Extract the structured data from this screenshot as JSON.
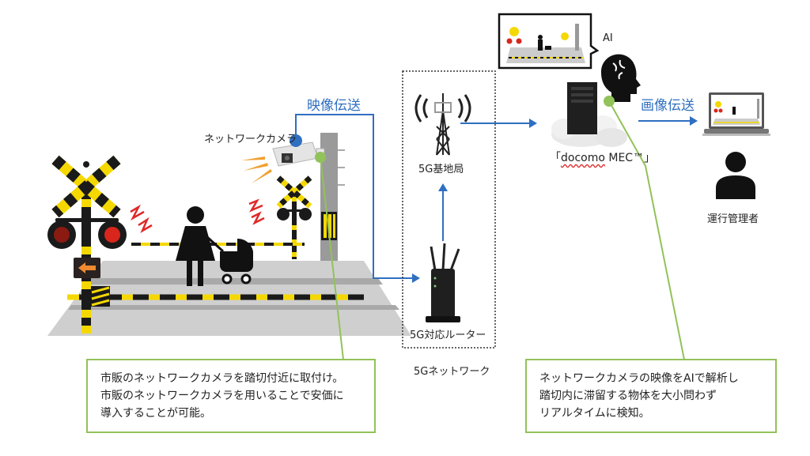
{
  "labels": {
    "network_camera": "ネットワークカメラ",
    "video_transmission": "映像伝送",
    "base_station": "5G基地局",
    "router": "5G対応ルーター",
    "network_group": "5Gネットワーク",
    "ai": "AI",
    "mec_open": "「",
    "mec_name": "docomo",
    "mec_rest": " MEC™」",
    "image_transmission": "画像伝送",
    "operator": "運行管理者"
  },
  "callouts": {
    "left": {
      "lines": [
        "市販のネットワークカメラを踏切付近に取付け。",
        "市販のネットワークカメラを用いることで安価に",
        "導入することが可能。"
      ]
    },
    "right": {
      "lines": [
        "ネットワークカメラの映像をAIで解析し",
        "踏切内に滞留する物体を大小問わず",
        "リアルタイムに検知。"
      ]
    }
  },
  "colors": {
    "accent_blue": "#2f6fc0",
    "callout_green": "#92c25a",
    "crossing_yellow": "#f5d800",
    "crossing_black": "#1a1a1a",
    "signal_red": "#d9261c",
    "ground_gray": "#c8c8c8"
  },
  "icons": {
    "camera": "network-camera-icon",
    "tower": "cell-tower-icon",
    "router": "wifi-router-icon",
    "server": "server-cloud-icon",
    "ai_head": "ai-brain-head-icon",
    "laptop": "laptop-icon",
    "person": "person-icon"
  }
}
